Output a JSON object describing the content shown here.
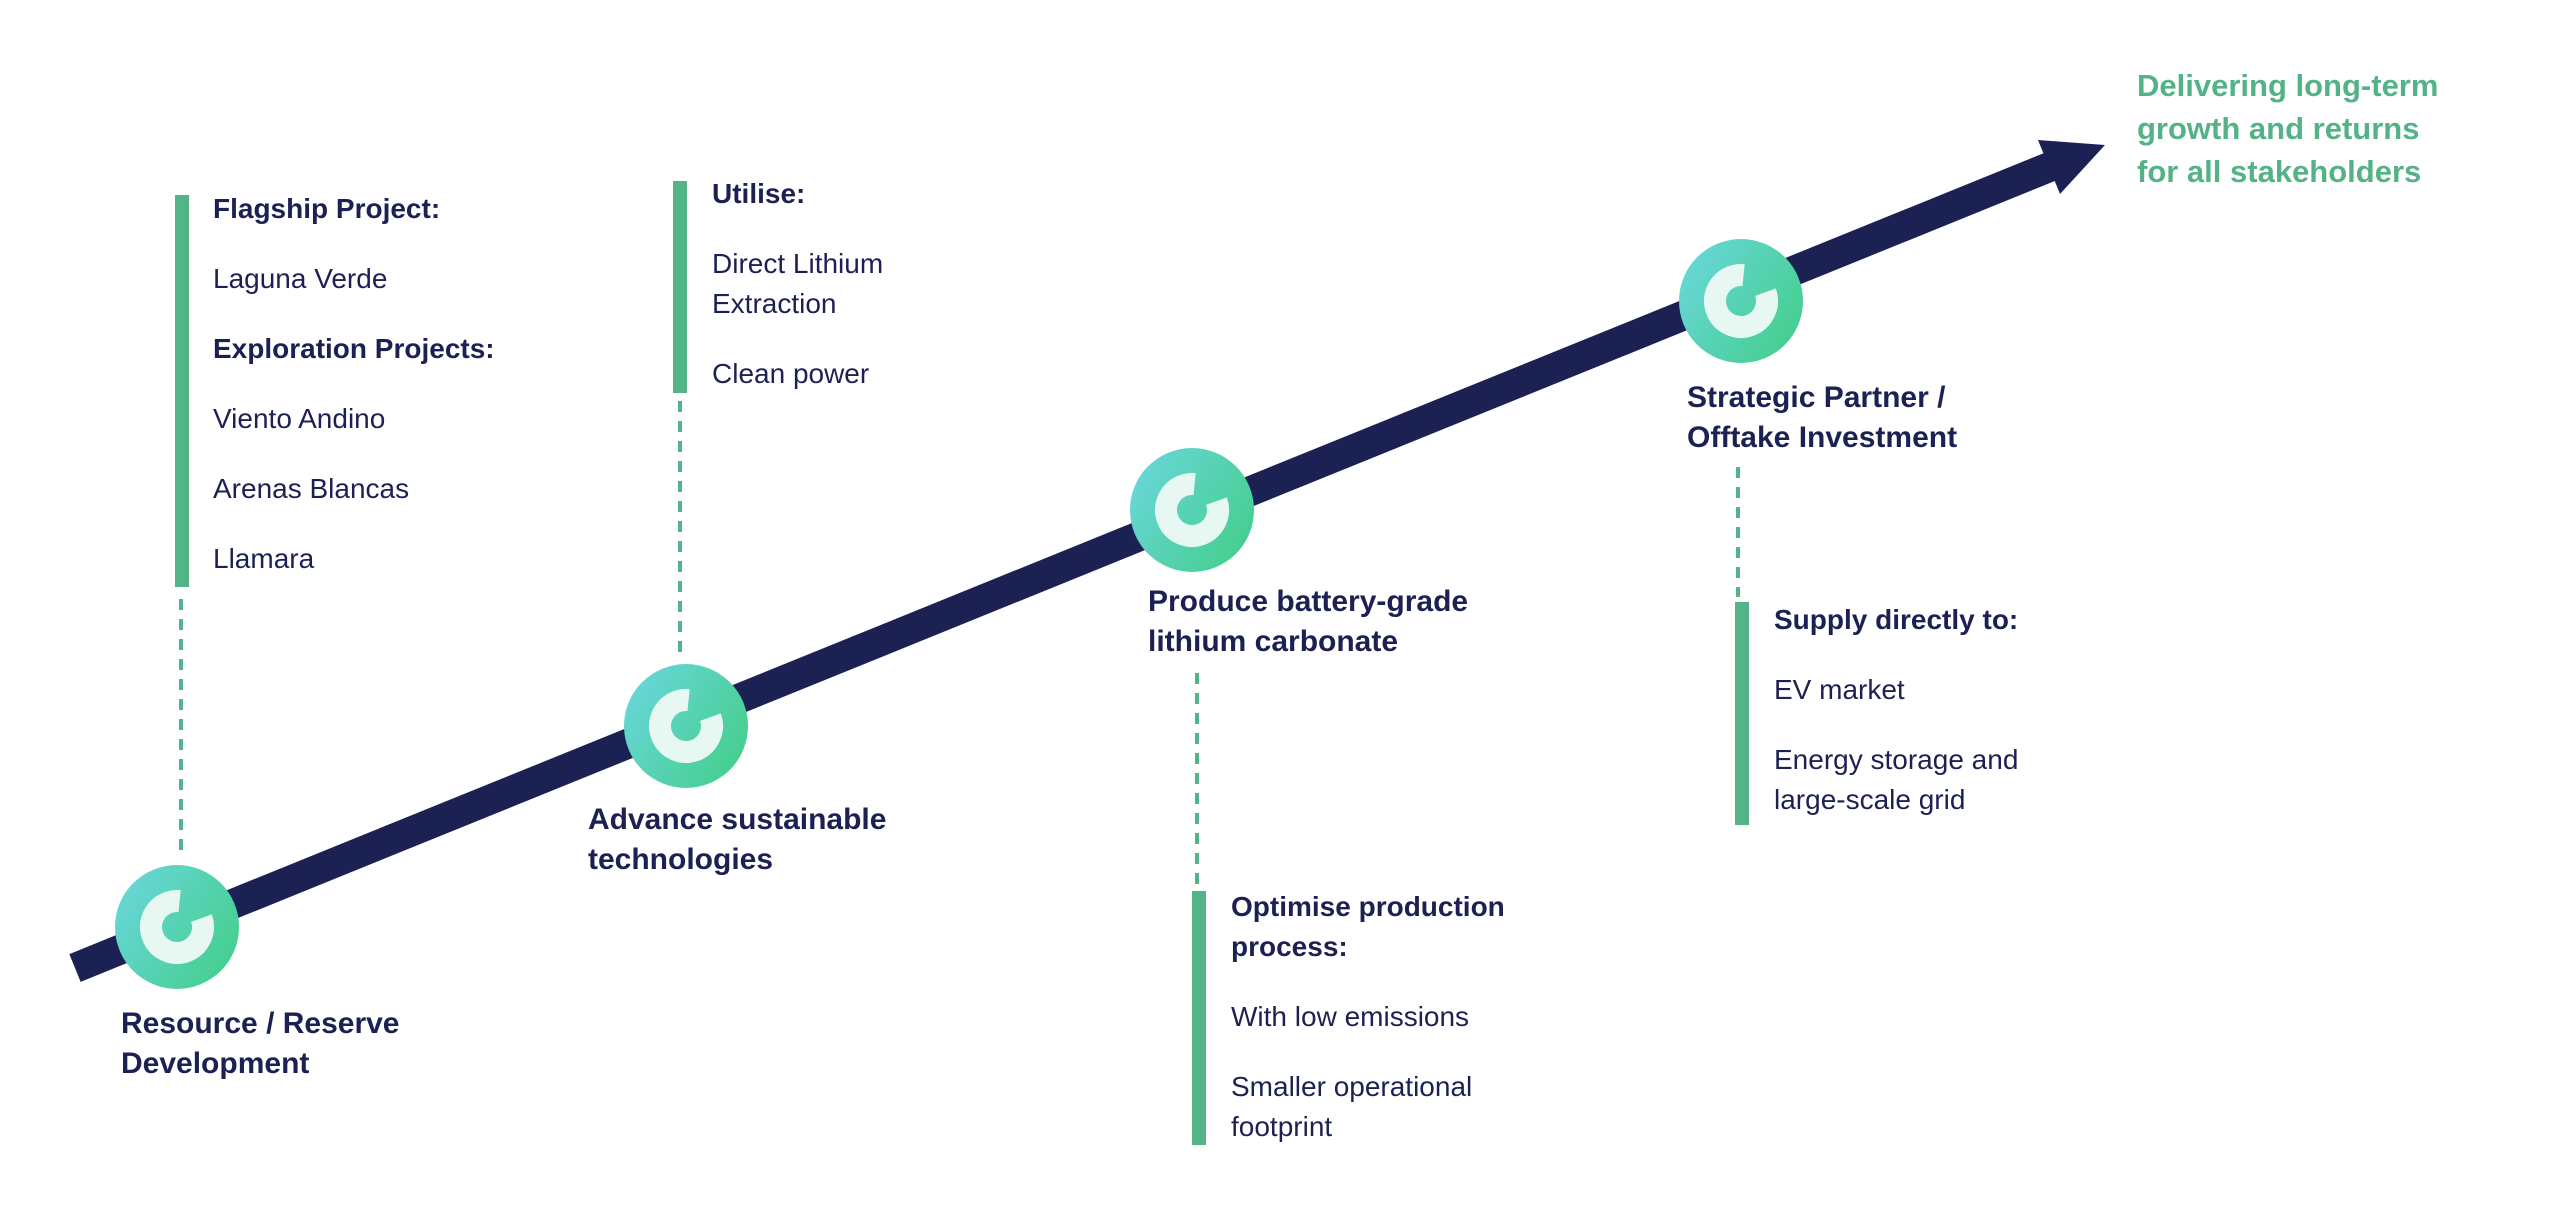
{
  "diagram": {
    "type": "growth-roadmap-arrow",
    "background": "#ffffff"
  },
  "colors": {
    "navy": "#1c2153",
    "green_accent": "#53b488",
    "green_text": "#53b286",
    "icon_gradient_start": "#6cd7e0",
    "icon_gradient_end": "#47cf92",
    "icon_ring": "#e7f7f1"
  },
  "goal": {
    "text": "Delivering long-term\ngrowth and returns\nfor all stakeholders"
  },
  "icon": {
    "name": "cleantech-lithium-c-ring-logo"
  },
  "milestones": [
    {
      "label": "Resource / Reserve\nDevelopment",
      "detail": {
        "entries": [
          {
            "text": "Flagship Project:",
            "bold": true
          },
          {
            "text": "Laguna Verde",
            "bold": false
          },
          {
            "text": "Exploration Projects:",
            "bold": true
          },
          {
            "text": "Viento Andino",
            "bold": false
          },
          {
            "text": "Arenas Blancas",
            "bold": false
          },
          {
            "text": "Llamara",
            "bold": false
          }
        ]
      }
    },
    {
      "label": "Advance sustainable\ntechnologies",
      "detail": {
        "entries": [
          {
            "text": "Utilise:",
            "bold": true
          },
          {
            "text": "Direct Lithium\nExtraction",
            "bold": false
          },
          {
            "text": "Clean power",
            "bold": false
          }
        ]
      }
    },
    {
      "label": "Produce battery-grade\nlithium carbonate",
      "detail": {
        "entries": [
          {
            "text": "Optimise production\nprocess:",
            "bold": true
          },
          {
            "text": "With low emissions",
            "bold": false
          },
          {
            "text": "Smaller operational\nfootprint",
            "bold": false
          }
        ]
      }
    },
    {
      "label": "Strategic Partner /\nOfftake Investment",
      "detail": {
        "entries": [
          {
            "text": "Supply directly to:",
            "bold": true
          },
          {
            "text": "EV market",
            "bold": false
          },
          {
            "text": "Energy storage and\nlarge-scale grid",
            "bold": false
          }
        ]
      }
    }
  ]
}
